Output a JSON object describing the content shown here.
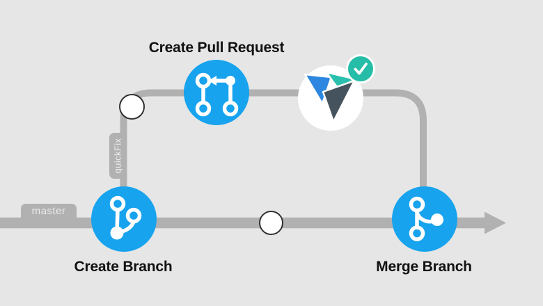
{
  "palette": {
    "background": "#e6e6e6",
    "line": "#b1b1b1",
    "node": "#17a3ee",
    "icon": "#ffffff",
    "check": "#25bda7",
    "tag-text": "#ececec",
    "label-text": "#111111",
    "logo-blue": "#2d87e0",
    "logo-teal": "#2bc0ad",
    "logo-slate": "#45535e"
  },
  "branches": {
    "master_tag": "master",
    "feature_tag": "quickFix"
  },
  "steps": [
    {
      "id": "create-branch",
      "label": "Create Branch",
      "icon": "git-branch-icon"
    },
    {
      "id": "create-pull-request",
      "label": "Create Pull Request",
      "icon": "git-pull-request-icon"
    },
    {
      "id": "merge-branch",
      "label": "Merge Branch",
      "icon": "git-merge-icon"
    }
  ],
  "logo": {
    "name": "triangle-logo",
    "badge_icon": "check-icon"
  }
}
